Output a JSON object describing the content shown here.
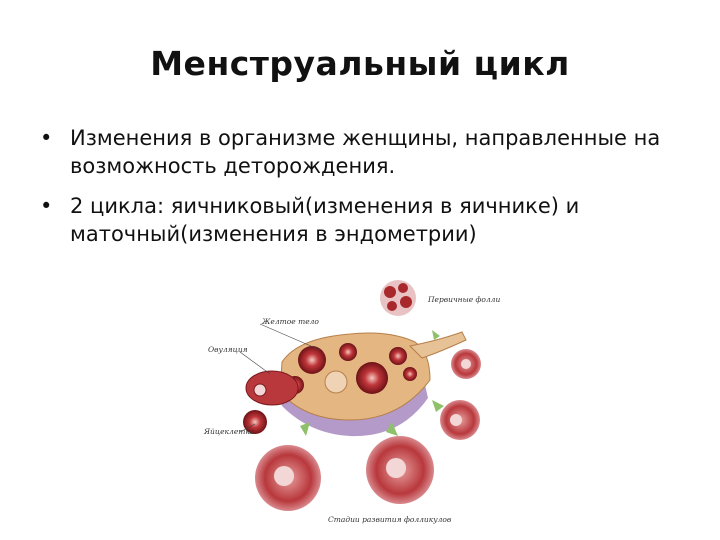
{
  "slide": {
    "title": "Менструальный цикл",
    "bullets": [
      {
        "marker": "•",
        "text": "Изменения в организме женщины, направленные на возможность деторождения."
      },
      {
        "marker": "•",
        "text": "2 цикла: яичниковый(изменения в яичнике) и маточный(изменения в эндометрии)"
      }
    ]
  },
  "figure": {
    "labels": {
      "primary_follicles": "Первичные фолликулы",
      "corpus_luteum": "Желтое тело",
      "ovulation": "Овуляция",
      "egg": "Яйцеклетка",
      "stages": "Стадии развития фолликулов"
    },
    "colors": {
      "ovary_stroma": "#e4b682",
      "ovary_base": "#b49ac8",
      "follicle": "#c0363a",
      "follicle_dark": "#8a1e22",
      "arrow": "#8fc06a"
    }
  }
}
